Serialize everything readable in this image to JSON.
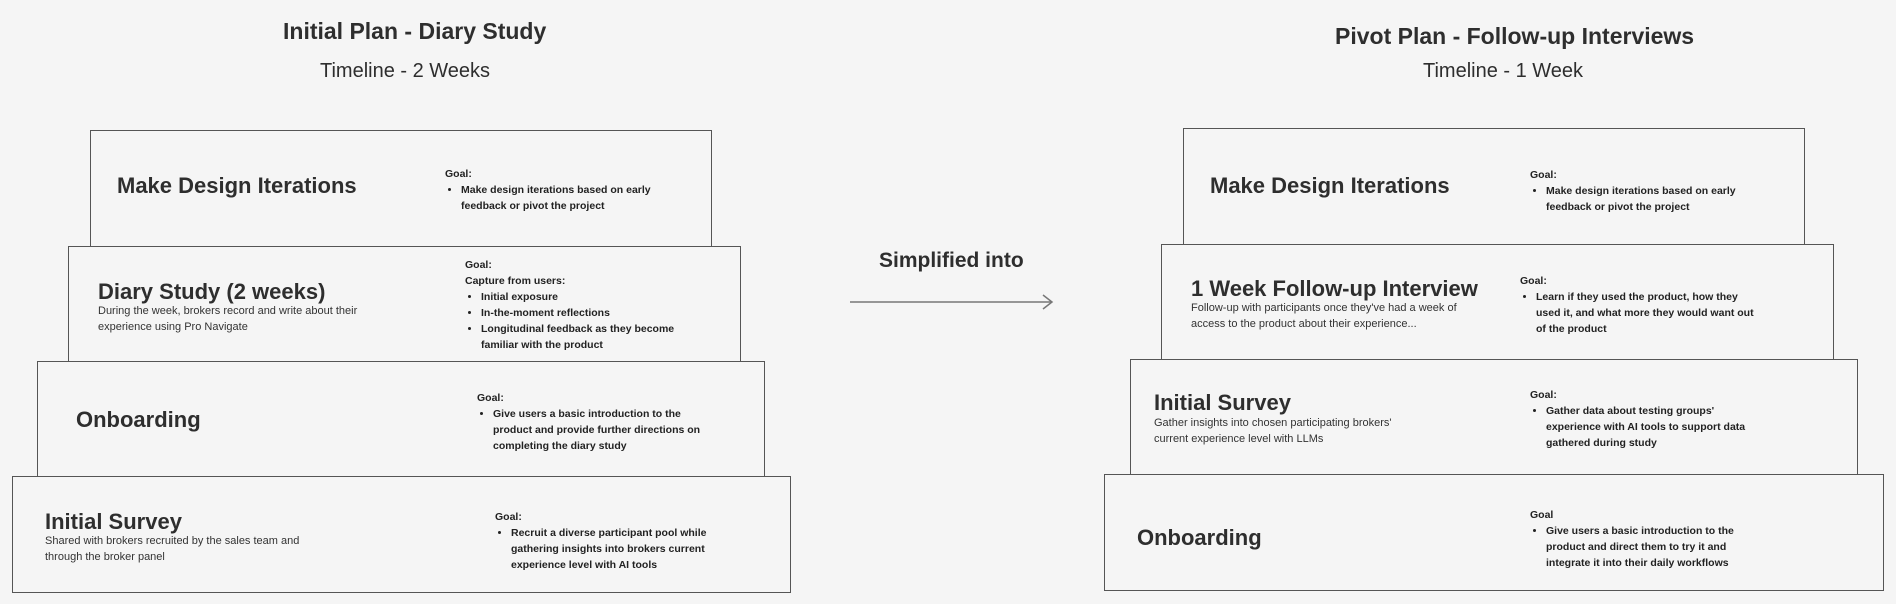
{
  "left": {
    "title": "Initial Plan - Diary Study",
    "timeline": "Timeline - 2 Weeks",
    "steps": [
      {
        "title": "Make Design Iterations",
        "description": "",
        "goal_heading": "Goal:",
        "goal_sub": "",
        "bullets": [
          "Make design iterations based on early feedback or pivot the project"
        ]
      },
      {
        "title": "Diary Study (2 weeks)",
        "description": "During the week, brokers record and write about their experience using Pro Navigate",
        "goal_heading": "Goal:",
        "goal_sub": "Capture from users:",
        "bullets": [
          "Initial exposure",
          "In-the-moment reflections",
          "Longitudinal feedback as they become familiar with the product"
        ]
      },
      {
        "title": "Onboarding",
        "description": "",
        "goal_heading": "Goal:",
        "goal_sub": "",
        "bullets": [
          "Give users a basic introduction to the product and provide further directions on completing the diary study"
        ]
      },
      {
        "title": "Initial Survey",
        "description": "Shared with brokers recruited by the sales team and through the broker panel",
        "goal_heading": "Goal:",
        "goal_sub": "",
        "bullets": [
          "Recruit a diverse participant pool while gathering insights into brokers current experience level with AI tools"
        ]
      }
    ]
  },
  "middle": {
    "label": "Simplified into"
  },
  "right": {
    "title": "Pivot Plan - Follow-up Interviews",
    "timeline": "Timeline - 1 Week",
    "steps": [
      {
        "title": "Make Design Iterations",
        "description": "",
        "goal_heading": "Goal:",
        "goal_sub": "",
        "bullets": [
          "Make design iterations based on early feedback or pivot the project"
        ]
      },
      {
        "title": "1 Week Follow-up Interview",
        "description": "Follow-up with participants once they've had a week of access to the product about their experience...",
        "goal_heading": "Goal:",
        "goal_sub": "",
        "bullets": [
          "Learn if they used the product, how they used it, and what more they would want out of the product"
        ]
      },
      {
        "title": "Initial Survey",
        "description": "Gather insights into chosen participating brokers' current experience level with LLMs",
        "goal_heading": "Goal:",
        "goal_sub": "",
        "bullets": [
          "Gather data about testing groups' experience with AI tools to support data gathered during study"
        ]
      },
      {
        "title": "Onboarding",
        "description": "",
        "goal_heading": "Goal",
        "goal_sub": "",
        "bullets": [
          "Give users a basic introduction to the product and direct them to try it and integrate it into their daily workflows"
        ]
      }
    ]
  }
}
